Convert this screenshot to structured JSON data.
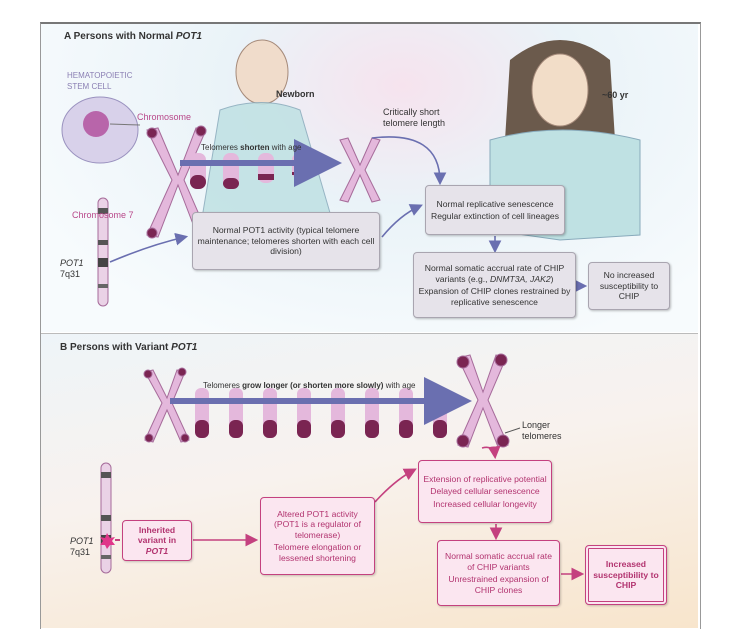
{
  "panelA": {
    "title_prefix": "A  Persons with Normal ",
    "title_gene": "POT1",
    "hsc_label": "HEMATOPOIETIC STEM CELL",
    "chromosome_label": "Chromosome",
    "newborn_label": "Newborn",
    "age_label": "~60 yr",
    "critically_short_label": "Critically short telomere length",
    "arrow_text_pre": "Telomeres ",
    "arrow_text_bold": "shorten",
    "arrow_text_post": " with age",
    "chromosome7_label": "Chromosome 7",
    "gene_label": "POT1",
    "locus_label": "7q31",
    "box_activity": "Normal POT1 activity (typical telomere maintenance; telomeres shorten with each cell division)",
    "box_senescence_1": "Normal replicative senescence",
    "box_senescence_2": "Regular extinction of cell lineages",
    "box_chip_1_pre": "Normal somatic accrual rate of CHIP variants (e.g., ",
    "box_chip_1_genes": "DNMT3A, JAK2",
    "box_chip_1_post": ")",
    "box_chip_2": "Expansion of CHIP clones restrained by replicative senescence",
    "box_outcome": "No increased susceptibility to CHIP"
  },
  "panelB": {
    "title_prefix": "B  Persons with Variant ",
    "title_gene": "POT1",
    "arrow_text_pre": "Telomeres ",
    "arrow_text_bold": "grow longer (or shorten more slowly)",
    "arrow_text_post": " with age",
    "longer_label": "Longer telomeres",
    "gene_label": "POT1",
    "locus_label": "7q31",
    "box_inherited_pre": "Inherited variant in ",
    "box_inherited_gene": "POT1",
    "box_altered_1": "Altered POT1 activity (POT1 is a regulator of telomerase)",
    "box_altered_2": "Telomere elongation or lessened shortening",
    "box_extension_1": "Extension of replicative potential",
    "box_extension_2": "Delayed cellular senescence",
    "box_extension_3": "Increased cellular longevity",
    "box_chip_1": "Normal somatic accrual rate of CHIP variants",
    "box_chip_2": "Unrestrained expansion of CHIP clones",
    "box_outcome": "Increased susceptibility to CHIP"
  },
  "colors": {
    "telomere": "#7a2552",
    "chromosome": "#e4b8dc",
    "arrow_a": "#6a6fb0",
    "accent_b": "#c4417f"
  }
}
